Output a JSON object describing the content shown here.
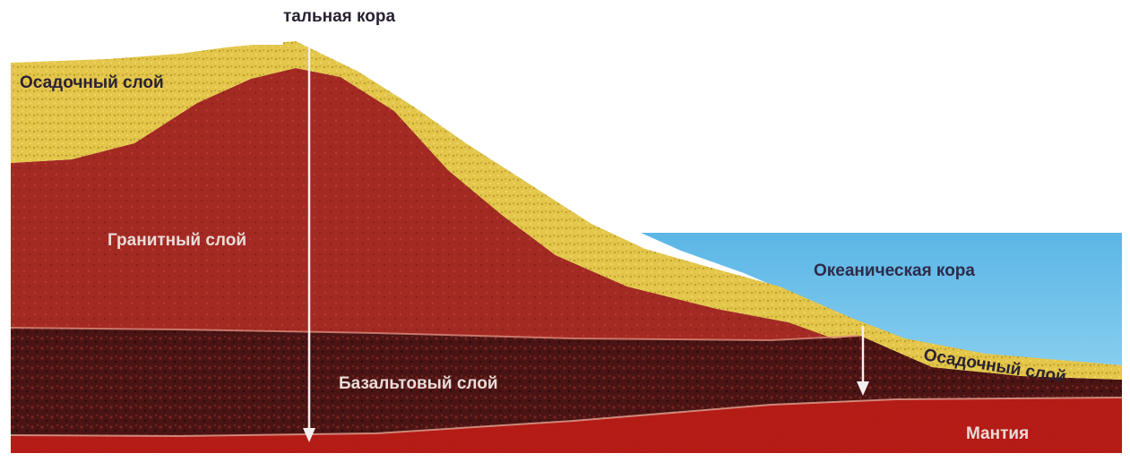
{
  "diagram": {
    "labels": {
      "continental_crust": "тальная кора",
      "sedimentary_left": "Осадочный слой",
      "granite": "Гранитный слой",
      "oceanic_crust": "Океаническая кора",
      "sedimentary_right": "Осадочный слой",
      "basalt": "Базальтовый слой",
      "mantle": "Мантия"
    },
    "colors": {
      "ocean": "#3f9fd6",
      "ocean_light": "#8fd0ee",
      "sediment": "#e3c64a",
      "granite": "#a32a23",
      "basalt": "#4a1414",
      "mantle": "#c5201e",
      "arrow": "#f4f0f0"
    }
  }
}
